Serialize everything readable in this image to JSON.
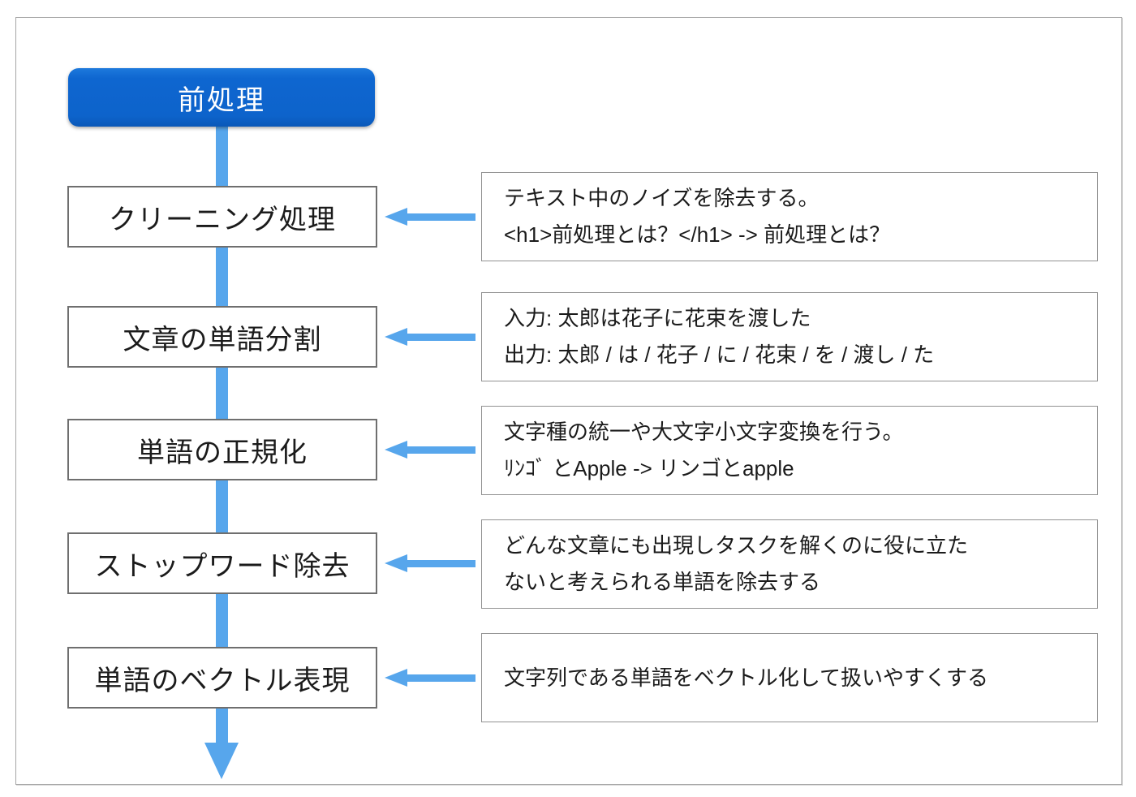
{
  "title": "前処理",
  "steps": [
    {
      "id": "cleaning",
      "label": "クリーニング処理",
      "desc": [
        "テキスト中のノイズを除去する。",
        "<h1>前処理とは？</h1> -> 前処理とは？"
      ]
    },
    {
      "id": "tokenization",
      "label": "文章の単語分割",
      "desc": [
        "入力: 太郎は花子に花束を渡した",
        "出力: 太郎 / は / 花子 / に / 花束 / を / 渡し / た"
      ]
    },
    {
      "id": "normalization",
      "label": "単語の正規化",
      "desc": [
        "文字種の統一や大文字小文字変換を行う。",
        "ﾘﾝｺﾞ とApple -> リンゴとapple"
      ]
    },
    {
      "id": "stopword-removal",
      "label": "ストップワード除去",
      "desc": [
        "どんな文章にも出現しタスクを解くのに役に立た",
        "ないと考えられる単語を除去する"
      ]
    },
    {
      "id": "word-vectorization",
      "label": "単語のベクトル表現",
      "desc": [
        "文字列である単語をベクトル化して扱いやすくする"
      ]
    }
  ],
  "colors": {
    "flow_blue": "#57a6ec",
    "title_blue": "#0e66d0",
    "step_border": "#6f6f6f",
    "note_border": "#929292",
    "text": "#1b1b1b"
  }
}
